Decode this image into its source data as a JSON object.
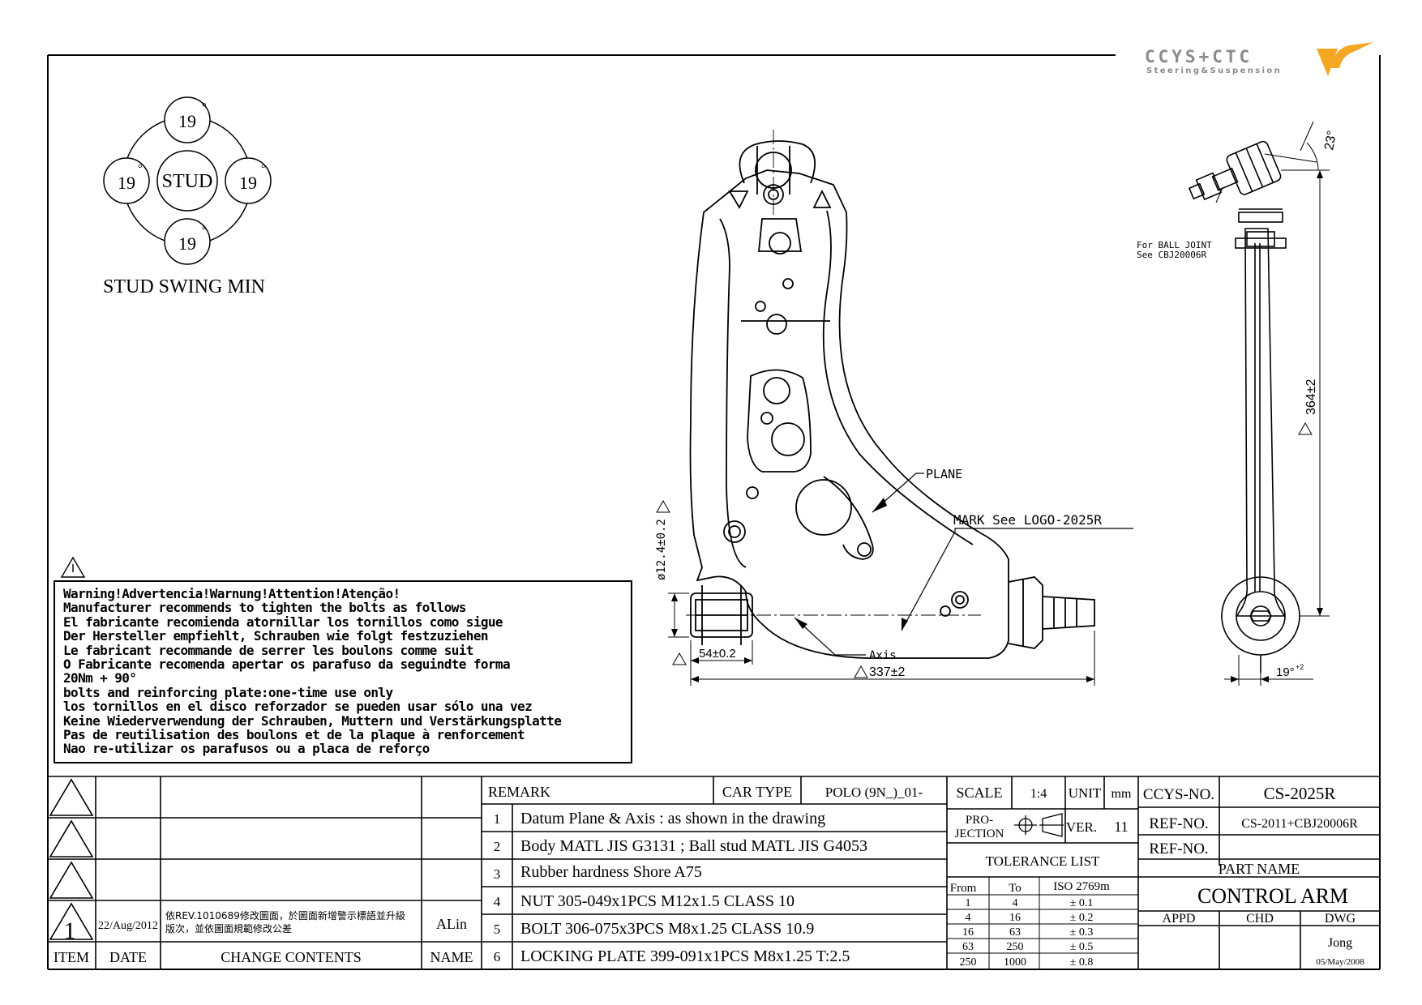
{
  "logo": {
    "brand": "CCYS+CTC",
    "tagline": "Steering&Suspension",
    "accent_color": "#f5a623",
    "gray_color": "#8a8a8a"
  },
  "stud_swing": {
    "center_label": "STUD",
    "angle_top": "19",
    "angle_left": "19",
    "angle_right": "19",
    "angle_bottom": "19",
    "degree_mark": "°",
    "caption": "STUD SWING MIN"
  },
  "warning": {
    "lines": [
      "Warning!Advertencia!Warnung!Attention!Atenção!",
      "Manufacturer recommends to tighten the bolts as follows",
      "El fabricante recomienda atornillar los tornillos como sigue",
      "Der Hersteller empfiehlt, Schrauben wie folgt festzuziehen",
      "Le fabricant recommande de serrer les boulons comme suit",
      "O Fabricante recomenda apertar os parafuso da seguindte forma",
      "20Nm + 90°",
      "bolts and reinforcing plate:one-time use only",
      "los tornillos en el disco reforzador se pueden usar sólo una vez",
      "Keine Wiederverwendung der Schrauben, Muttern und Verstärkungsplatte",
      "Pas de reutilisation des boulons et de la plaque à renforcement",
      "Nao re-utilizar os parafusos ou a placa de reforço"
    ]
  },
  "drawing": {
    "plane_label": "PLANE",
    "mark_label": "MARK See LOGO-2025R",
    "axis_label": "Axis",
    "dim_bushing_dia": "ø12.4±0.2",
    "dim_bushing_width": "54±0.2",
    "dim_length": "337±2",
    "dim_height": "364±2",
    "dim_angle_top": "23°",
    "dim_swing_bottom": "19°",
    "dim_swing_bottom_tol": "+2",
    "ball_joint_note_1": "For BALL JOINT",
    "ball_joint_note_2": "See CBJ20006R"
  },
  "revisions": {
    "rows": [
      {
        "item": "",
        "date": "",
        "contents": "",
        "name": ""
      },
      {
        "item": "",
        "date": "",
        "contents": "",
        "name": ""
      },
      {
        "item": "",
        "date": "",
        "contents": "",
        "name": ""
      },
      {
        "item": "1",
        "date": "22/Aug/2012",
        "contents_1": "依REV.1010689修改圖面，於圖面新增警示標語並升級",
        "contents_2": "版次，並依圖面規範修改公差",
        "name": "ALin"
      }
    ],
    "header_item": "ITEM",
    "header_date": "DATE",
    "header_contents": "CHANGE CONTENTS",
    "header_name": "NAME"
  },
  "remarks": {
    "title": "REMARK",
    "car_type_label": "CAR TYPE",
    "car_type_value": "POLO (9N_)_01-",
    "items": [
      {
        "num": "1",
        "text": "Datum Plane & Axis : as shown in the drawing"
      },
      {
        "num": "2",
        "text": "Body MATL JIS G3131 ; Ball stud MATL JIS G4053"
      },
      {
        "num": "3",
        "text": "Rubber hardness Shore A75"
      },
      {
        "num": "4",
        "text": "NUT 305-049x1PCS M12x1.5 CLASS 10"
      },
      {
        "num": "5",
        "text": "BOLT 306-075x3PCS M8x1.25 CLASS 10.9"
      },
      {
        "num": "6",
        "text": "LOCKING PLATE 399-091x1PCS M8x1.25 T:2.5"
      }
    ]
  },
  "spec": {
    "scale_label": "SCALE",
    "scale_value": "1:4",
    "unit_label": "UNIT",
    "unit_value": "mm",
    "projection_label_1": "PRO-",
    "projection_label_2": "JECTION",
    "ver_label": "VER.",
    "ver_value": "11",
    "tolerance_title": "TOLERANCE LIST",
    "tol_from": "From",
    "tol_to": "To",
    "tol_std": "ISO 2769m",
    "tolerances": [
      {
        "from": "1",
        "to": "4",
        "tol": "± 0.1"
      },
      {
        "from": "4",
        "to": "16",
        "tol": "± 0.2"
      },
      {
        "from": "16",
        "to": "63",
        "tol": "± 0.3"
      },
      {
        "from": "63",
        "to": "250",
        "tol": "± 0.5"
      },
      {
        "from": "250",
        "to": "1000",
        "tol": "± 0.8"
      }
    ]
  },
  "title_block": {
    "ccys_no_label": "CCYS-NO.",
    "ccys_no_value": "CS-2025R",
    "ref_no_label": "REF-NO.",
    "ref_no_value": "CS-2011+CBJ20006R",
    "ref_no_label_2": "REF-NO.",
    "part_name_label": "PART NAME",
    "part_name_value": "CONTROL ARM",
    "appd": "APPD",
    "chd": "CHD",
    "dwg": "DWG",
    "drawer": "Jong",
    "drawn_date": "05/May/2008"
  }
}
